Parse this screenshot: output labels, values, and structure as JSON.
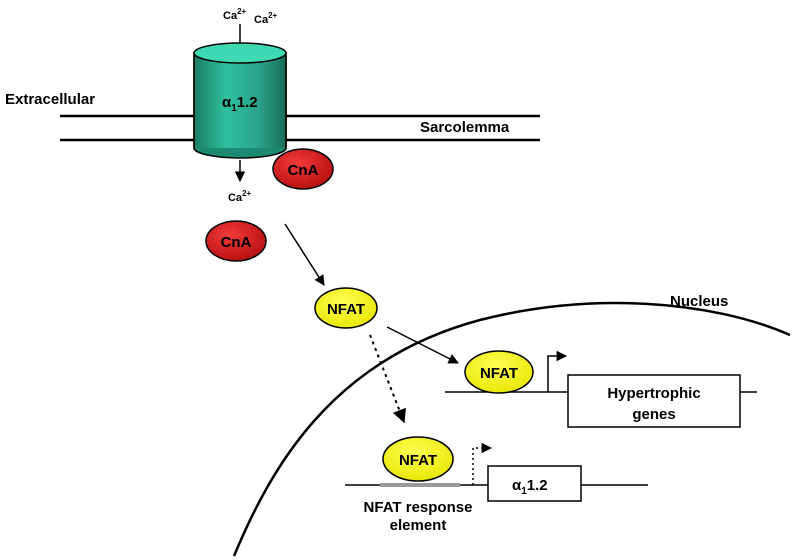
{
  "labels": {
    "extracellular": "Extracellular",
    "sarcolemma": "Sarcolemma",
    "nucleus": "Nucleus",
    "nfat_response_element_line1": "NFAT response",
    "nfat_response_element_line2": "element"
  },
  "ion": {
    "base": "Ca",
    "charge": "2+"
  },
  "channel": {
    "alpha": "α",
    "sub": "1",
    "suffix": "1.2"
  },
  "proteins": {
    "cna": "CnA",
    "nfat": "NFAT"
  },
  "genes": {
    "hypertrophic_line1": "Hypertrophic",
    "hypertrophic_line2": "genes",
    "alpha": "α",
    "sub": "1",
    "suffix": "1.2"
  },
  "colors": {
    "channel": "#2aa489",
    "channel_top": "#3fd9b4",
    "cna": "#d81e1e",
    "nfat": "#ffff00",
    "response_element": "#9a9a9a"
  }
}
